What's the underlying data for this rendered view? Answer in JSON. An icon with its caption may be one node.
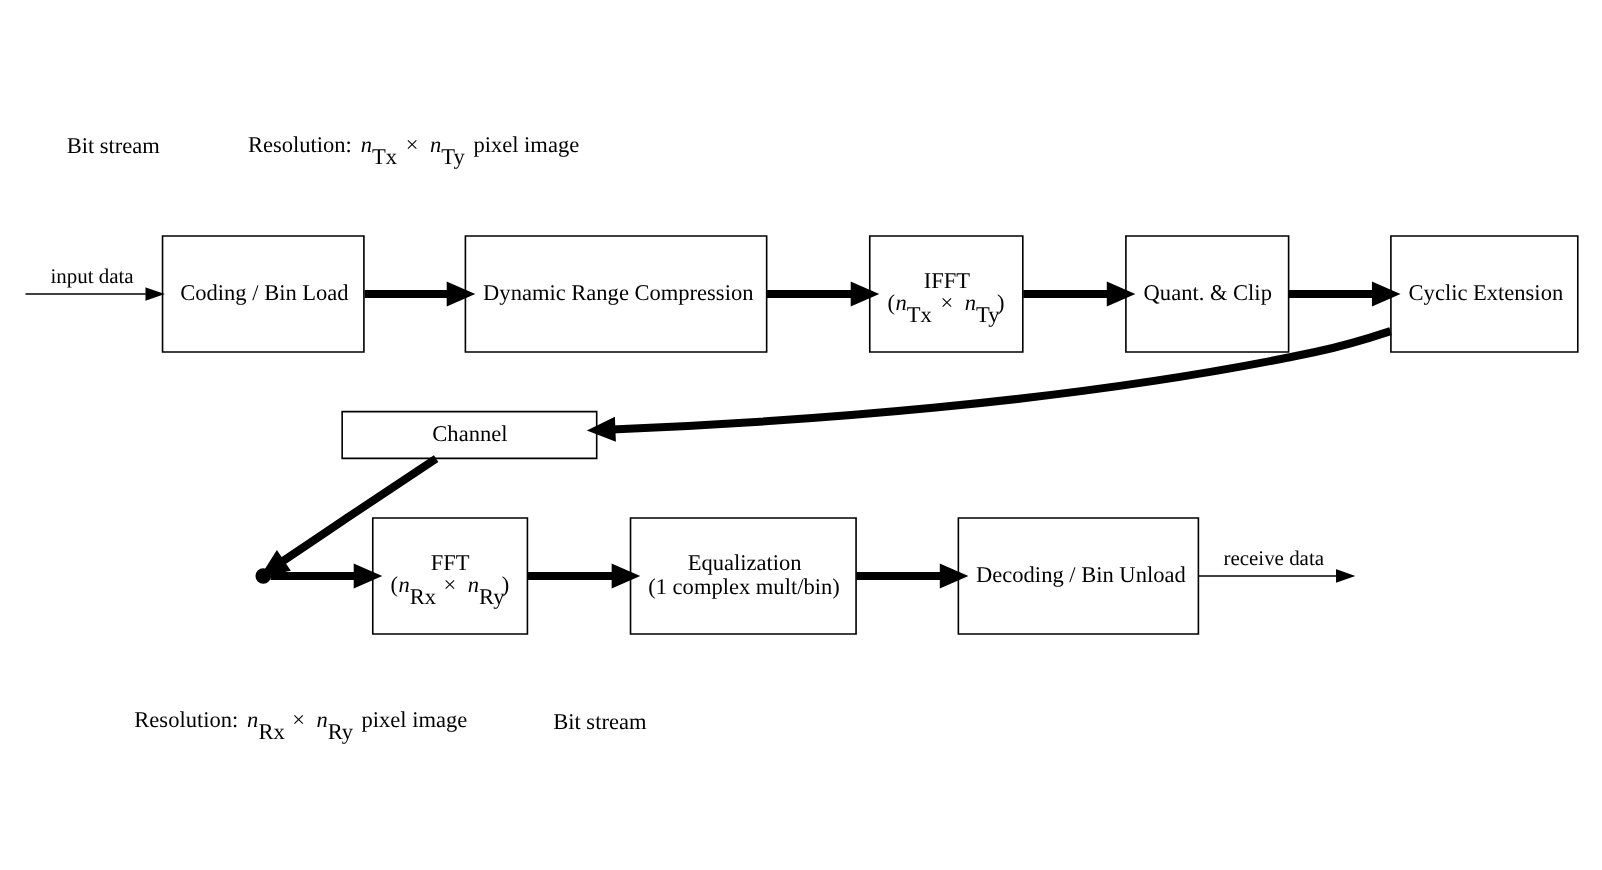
{
  "diagram": {
    "nodes": [
      {
        "text": [
          "Coding / Bin Load"
        ]
      },
      {
        "text": [
          "Dynamic Range Compression"
        ]
      },
      {
        "text": [
          "IFFT",
          "(*n*$_{Tx}$ × *n*$_{Ty}$)"
        ]
      },
      {
        "text": [
          "Quant. & Clip"
        ]
      },
      {
        "text": [
          "Cyclic Extension"
        ]
      },
      {
        "text": [
          "Channel"
        ]
      },
      {
        "text": [],
        "shape": "switch"
      },
      {
        "text": [
          "FFT",
          "(*n*$_{Rx}$ × *n*$_{Ry}$)"
        ]
      },
      {
        "text": [
          "Equalization",
          "(1 complex mult/bin)"
        ]
      },
      {
        "text": [
          "Decoding / Bin Unload"
        ]
      }
    ],
    "edges": [
      {
        "from": null,
        "to": 0,
        "arrow": "to",
        "label": "input data"
      },
      {
        "from": 0,
        "to": 1,
        "arrow": "to"
      },
      {
        "from": 1,
        "to": 2,
        "arrow": "to"
      },
      {
        "from": 2,
        "to": 3,
        "arrow": "to"
      },
      {
        "from": 3,
        "to": 4,
        "arrow": "to"
      },
      {
        "from": 4,
        "to": 5,
        "arrow": "to"
      },
      {
        "from": 5,
        "to": 6,
        "arrow": "to"
      },
      {
        "from": 6,
        "to": 7,
        "arrow": "to"
      },
      {
        "from": 7,
        "to": 8,
        "arrow": "to"
      },
      {
        "from": 8,
        "to": 9,
        "arrow": "to"
      },
      {
        "from": 9,
        "to": null,
        "arrow": "to",
        "label": "receive data"
      }
    ],
    "labels": [
      "Bit stream",
      "Resolution: *n*$_{Tx}$ × *n*$_{Ty}$ pixel image",
      "Resolution: *n*$_{Rx}$ × *n*$_{Ry}$ pixel image",
      "Bit stream"
    ]
  }
}
